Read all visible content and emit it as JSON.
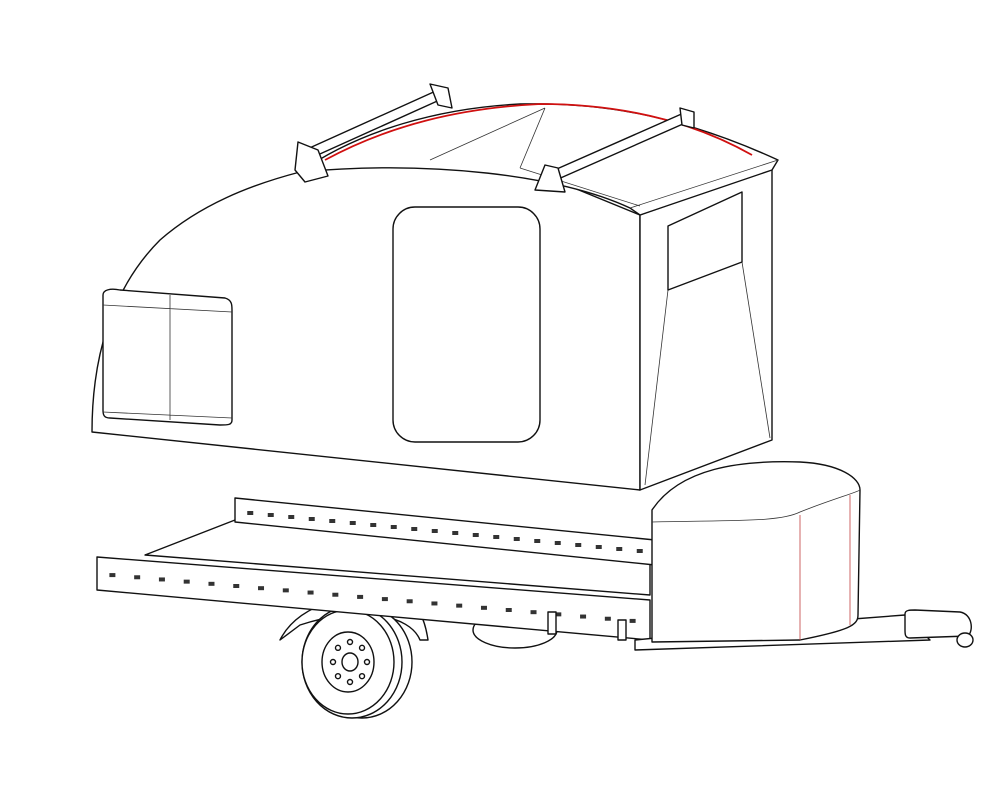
{
  "drawing": {
    "subject": "teardrop-trailer",
    "colors": {
      "background": "#ffffff",
      "line": "#111111",
      "highlight": "#d01010",
      "accent_thin": "#c04040"
    },
    "rail_holes_rear": 20,
    "rail_holes_front": 22
  }
}
